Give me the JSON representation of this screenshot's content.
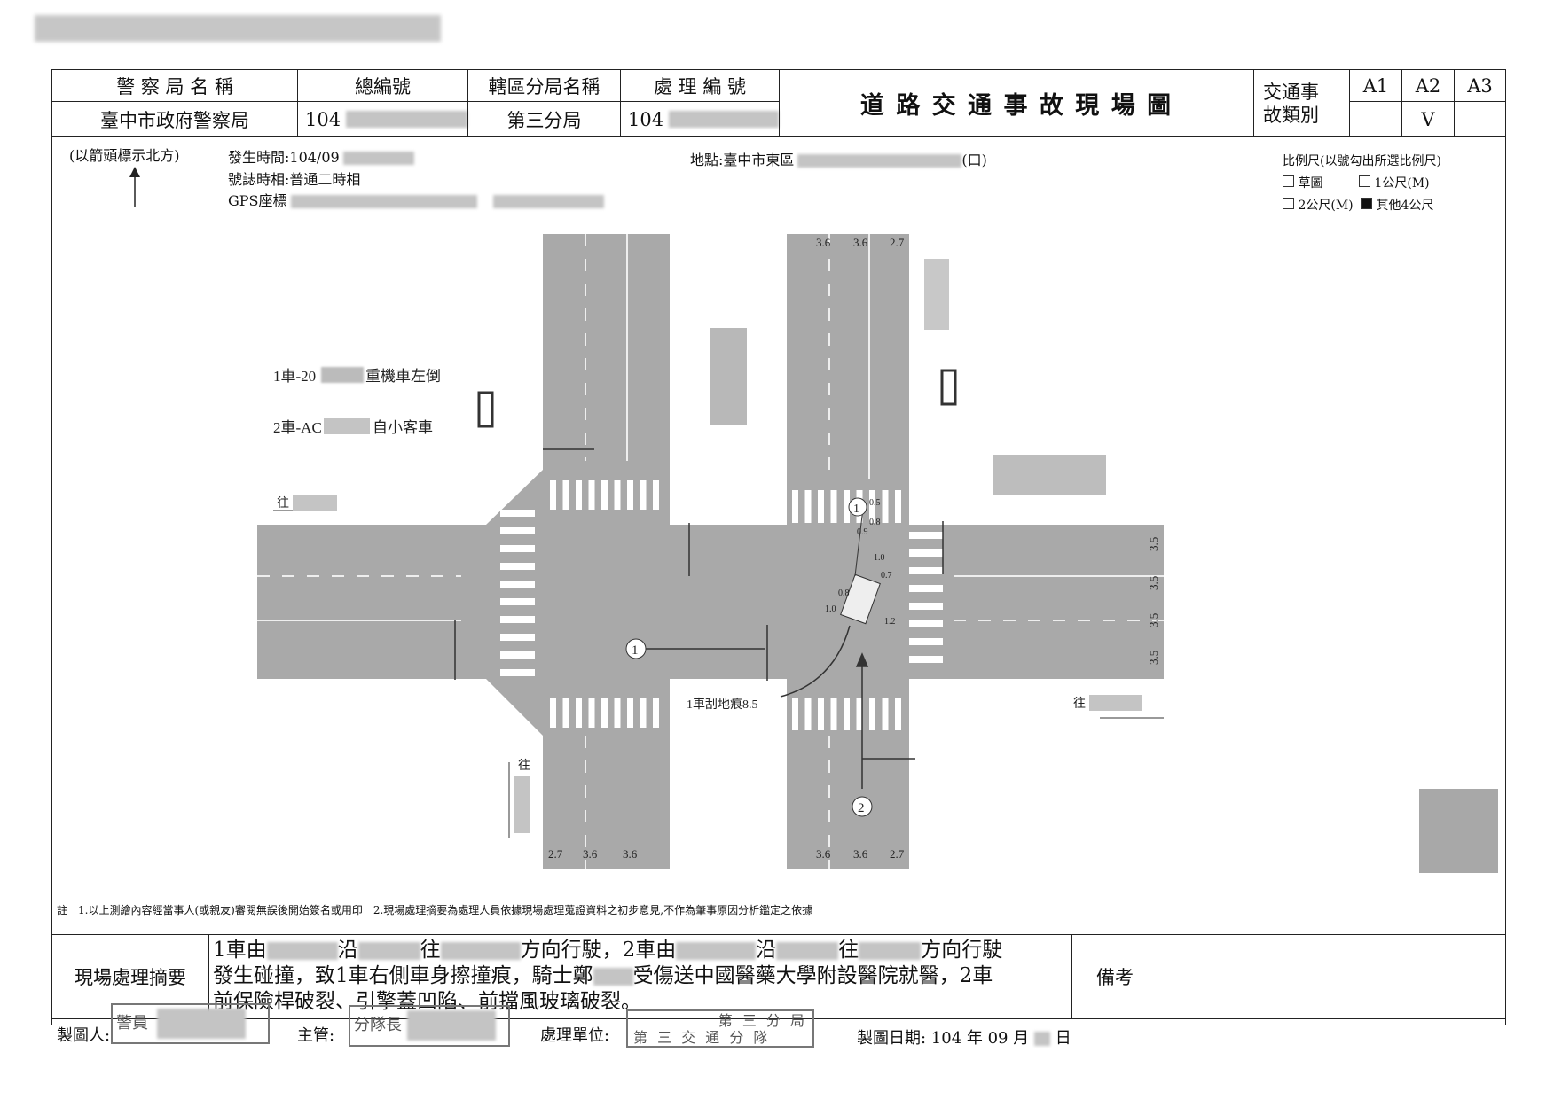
{
  "header": {
    "police_bureau_label": "警 察 局 名 稱",
    "total_no_label": "總編號",
    "branch_label": "轄區分局名稱",
    "case_no_label": "處 理 編 號",
    "police_bureau": "臺中市政府警察局",
    "total_no_prefix": "104",
    "branch": "第三分局",
    "case_no_prefix": "104",
    "title": "道 路 交 通 事 故 現 場 圖",
    "accident_type_label": "交通事\n故類別",
    "types": [
      "A1",
      "A2",
      "A3"
    ],
    "selected_type_mark": "V"
  },
  "info": {
    "north_note": "(以箭頭標示北方)",
    "time": "發生時間:104/09",
    "signal": "號誌時相:普通二時相",
    "gps": "GPS座標",
    "location": "地點:臺中市東區",
    "location_suffix": "(口)"
  },
  "scale": {
    "title": "比例尺(以號勾出所選比例尺)",
    "options": [
      {
        "label": "草圖",
        "checked": false
      },
      {
        "label": "1公尺(M)",
        "checked": false
      },
      {
        "label": "2公尺(M)",
        "checked": false
      },
      {
        "label": "其他4公尺",
        "checked": true
      }
    ]
  },
  "diagram": {
    "vehicle1": "1車-20",
    "vehicle1_desc": "重機車左倒",
    "vehicle2": "2車-AC",
    "vehicle2_desc": "自小客車",
    "toward": "往",
    "skid_mark": "1車刮地痕8.5",
    "marker1": "1",
    "marker2": "2",
    "lanes_top_right": [
      "3.6",
      "3.6",
      "2.7"
    ],
    "lanes_bottom_left": [
      "2.7",
      "3.6",
      "3.6"
    ],
    "lanes_bottom_right": [
      "3.6",
      "3.6",
      "2.7"
    ],
    "lanes_right": [
      "3.5",
      "3.5",
      "3.5",
      "3.5"
    ],
    "measurements": [
      "0.5",
      "0.8",
      "0.9",
      "1.0",
      "0.7",
      "0.8",
      "1.0",
      "1.2"
    ]
  },
  "note": "註　1.以上測繪內容經當事人(或親友)審閱無誤後開始簽名或用印　2.現場處理摘要為處理人員依據現場處理蒐證資料之初步意見,不作為肇事原因分析鑑定之依據",
  "summary": {
    "label": "現場處理摘要",
    "l1": [
      "1車由",
      "沿",
      "往",
      "方向行駛，2車由",
      "沿",
      "往",
      "方向行駛"
    ],
    "l2": [
      "發生碰撞，致1車右側車身擦撞痕，騎士鄭",
      "受傷送中國醫藥大學附設醫院就醫，2車"
    ],
    "l3": "前保險桿破裂、引擎蓋凹陷、前擋風玻璃破裂。",
    "remarks_label": "備考"
  },
  "footer": {
    "drawer_label": "製圖人:",
    "drawer_stamp": "警員",
    "supervisor_label": "主管:",
    "supervisor_stamp": "分隊長",
    "unit_label": "處理單位:",
    "unit_stamp_l1": "第 三 分 局",
    "unit_stamp_l2": "第 三 交 通 分 隊",
    "date_label": "製圖日期: 104 年 09 月",
    "date_day_suffix": "日"
  }
}
